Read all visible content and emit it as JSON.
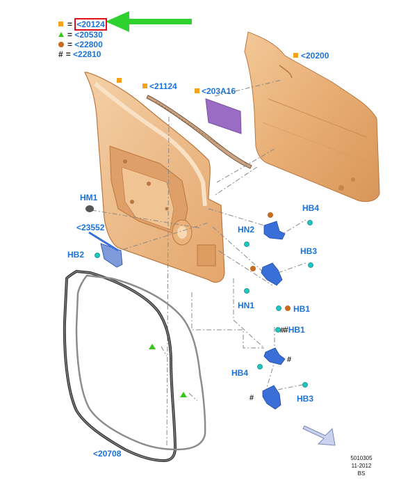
{
  "legend": {
    "items": [
      {
        "symbol": "square",
        "color": "#f6a21c",
        "label": "<20124",
        "highlighted": true
      },
      {
        "symbol": "triangle",
        "color": "#39c51c",
        "label": "<20530",
        "highlighted": false
      },
      {
        "symbol": "circle",
        "color": "#c76b1e",
        "label": "<22800",
        "highlighted": false
      },
      {
        "symbol": "hash",
        "color": "#222222",
        "label": "<22810",
        "highlighted": false
      }
    ],
    "equals": "="
  },
  "callouts": {
    "door_skin": "<20200",
    "belt_moulding": "<21124",
    "insulator_pad": "<203A16",
    "hm1": "HM1",
    "check_arm": "<23552",
    "hb2": "HB2",
    "hn2": "HN2",
    "hb4_top": "HB4",
    "hb3_top": "HB3",
    "hn1": "HN1",
    "hb1_a": "HB1",
    "hb1_b": "HB1",
    "hb4_bottom": "HB4",
    "hb3_bottom": "HB3",
    "weatherstrip": "<20708"
  },
  "colors": {
    "door_panel": "#e9b27a",
    "callout_text": "#1a73d9",
    "pointer_arrow": "#2fd12f",
    "hinge": "#3a6fd8",
    "pad": "#9b6cc4",
    "seal": "#333333"
  },
  "footer": {
    "code": "5010305",
    "date": "11-2012",
    "initials": "BS"
  },
  "icons": {
    "highlight_pointer": "green-arrow-left-icon",
    "view_direction": "view-arrow-icon"
  }
}
